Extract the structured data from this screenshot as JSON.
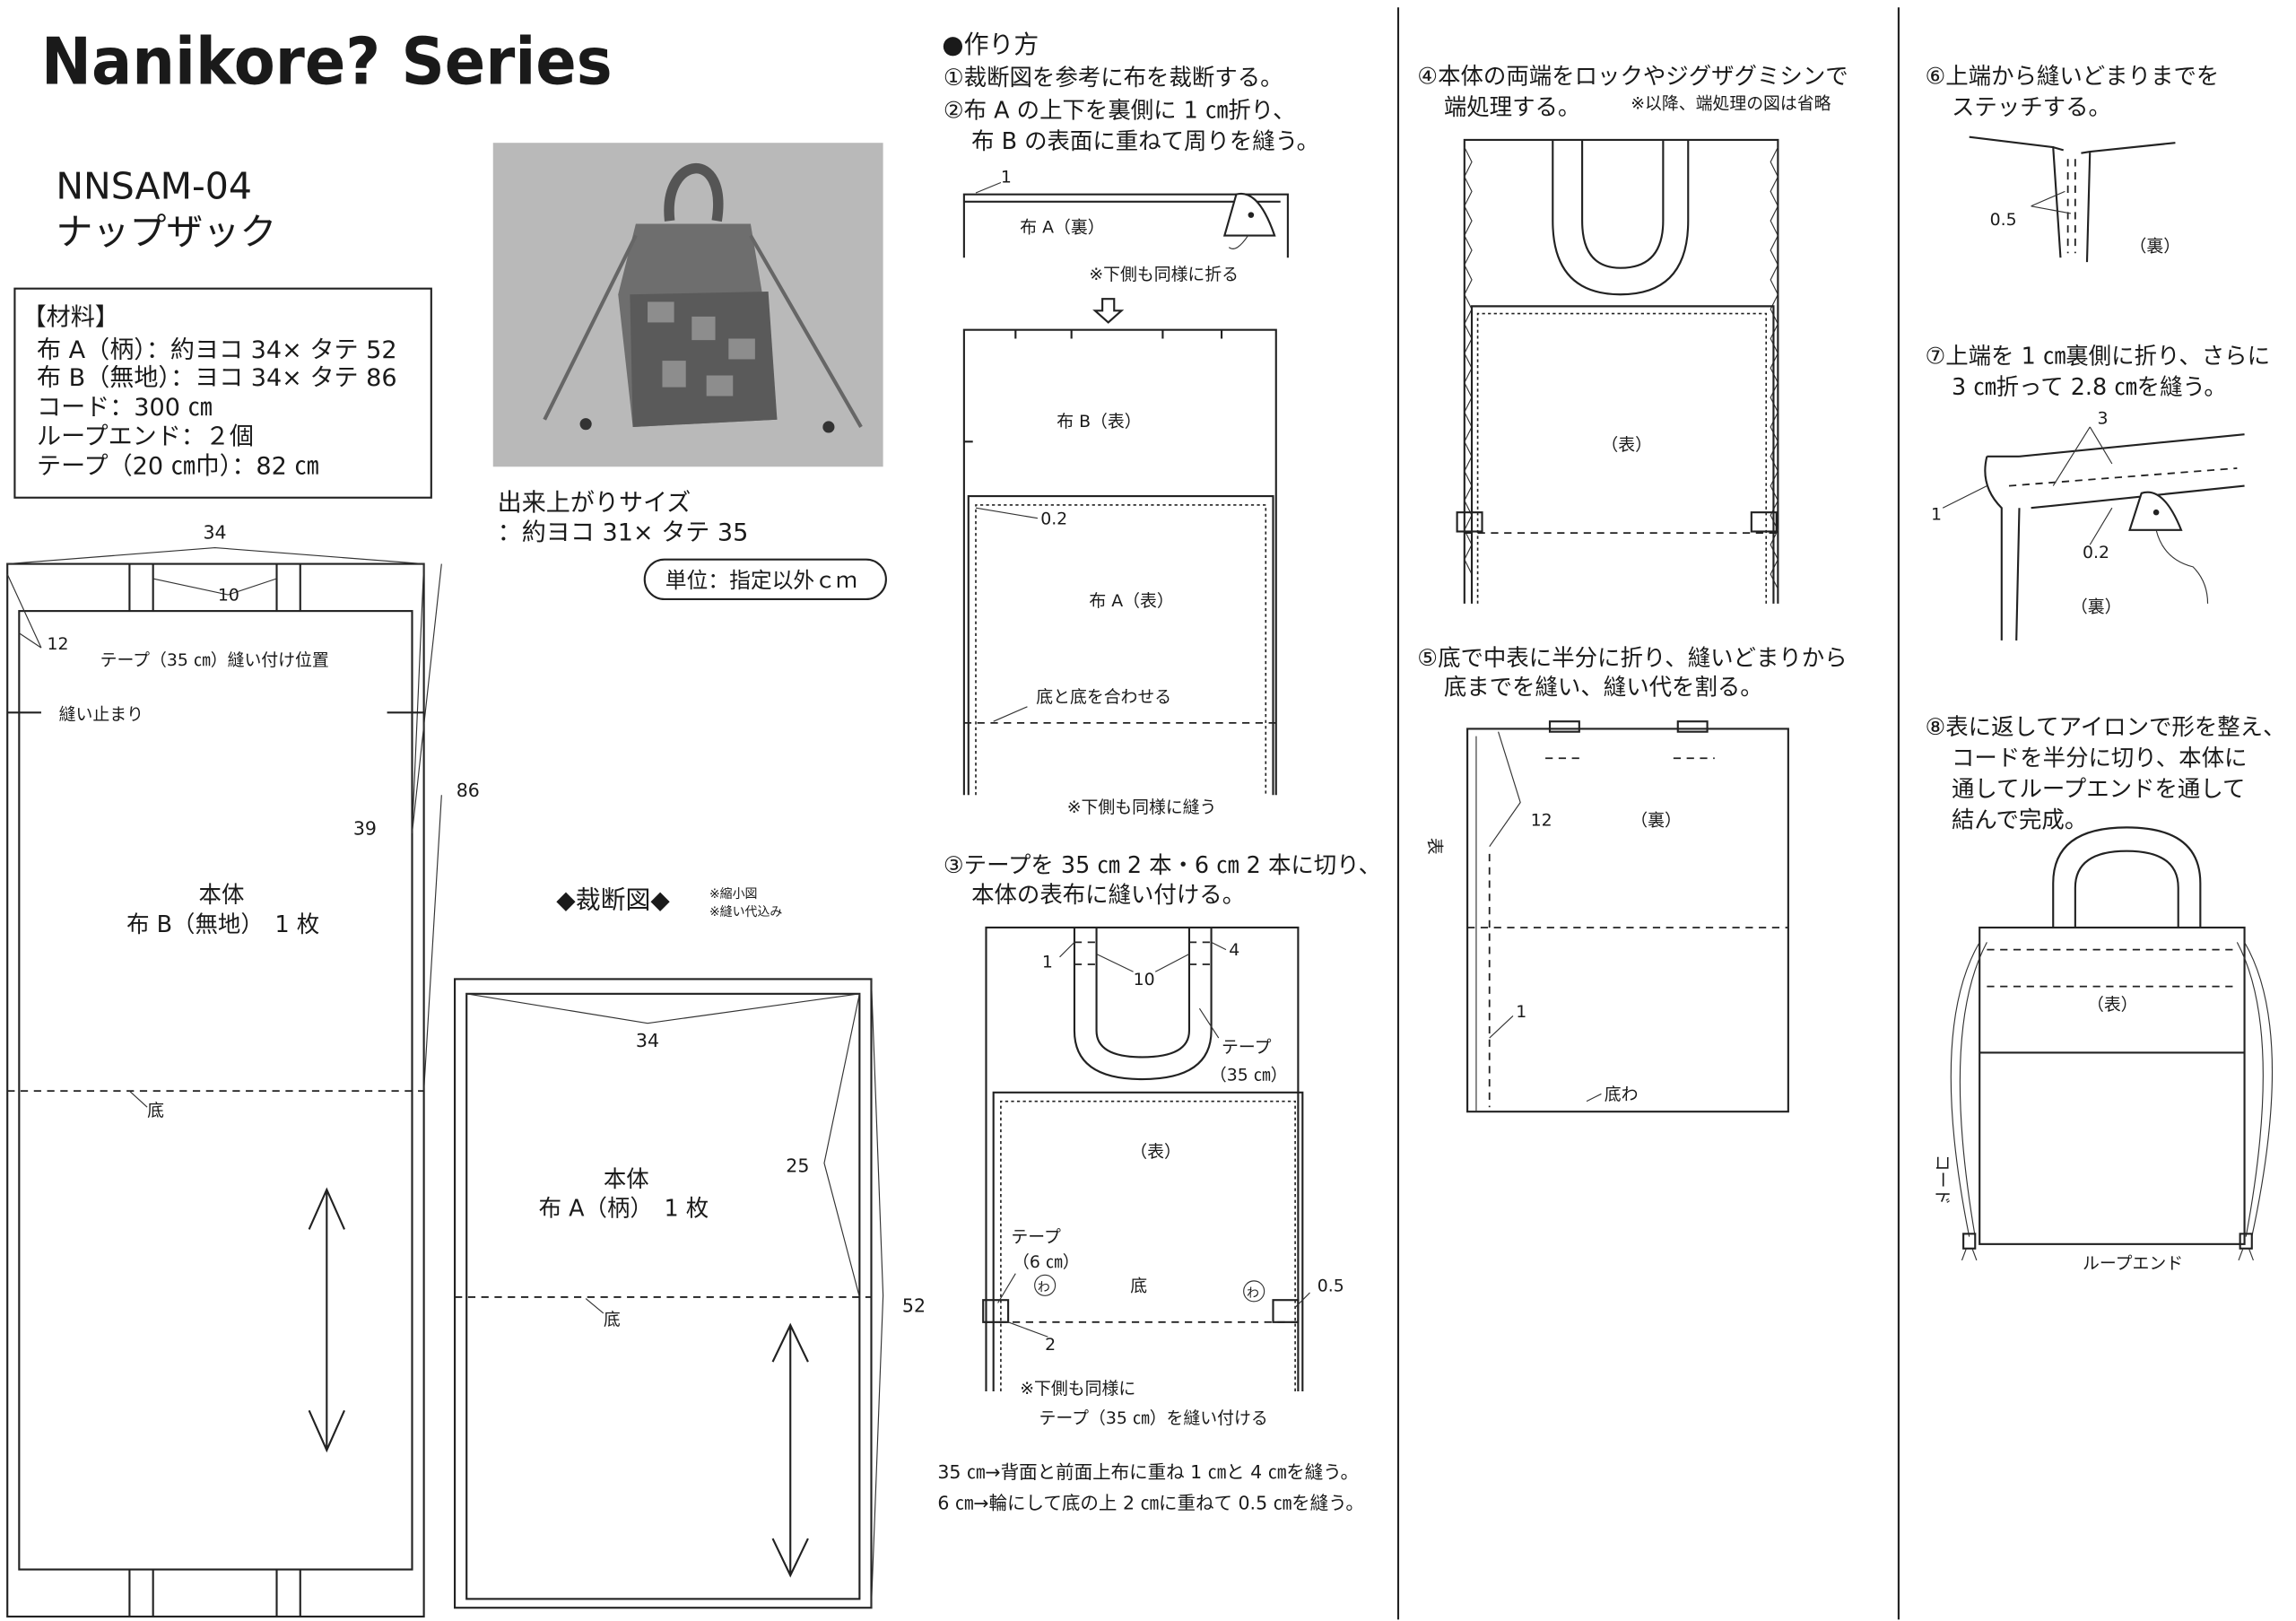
{
  "header": {
    "series_title": "Nanikore? Series",
    "product_code": "NNSAM-04",
    "product_name": "ナップザック"
  },
  "materials": {
    "heading": "【材料】",
    "items": [
      "布 A（柄）：約ヨコ 34× タテ 52",
      "布 B（無地）：ヨコ 34× タテ 86",
      "コード：300 ㎝",
      "ループエンド：２個",
      "テープ（20 ㎝巾）：82 ㎝"
    ]
  },
  "finished_size": {
    "label": "出来上がりサイズ",
    "value": "：約ヨコ 31× タテ 35"
  },
  "unit_badge": "単位：指定以外ｃｍ",
  "cutting": {
    "title": "◆裁断図◆",
    "notes": [
      "※縮小図",
      "※縫い代込み"
    ],
    "fabric_b": {
      "width": "34",
      "tape_gap": "10",
      "tape_offset": "12",
      "tape_label": "テープ（35 ㎝）縫い付け位置",
      "stop_label": "縫い止まり",
      "half_height": "39",
      "height": "86",
      "name": "本体",
      "fabric": "布 B（無地）　1 枚",
      "bottom": "底"
    },
    "fabric_a": {
      "width": "34",
      "half_height": "25",
      "height": "52",
      "name": "本体",
      "fabric": "布 A（柄）　1 枚",
      "bottom": "底"
    }
  },
  "steps": {
    "heading": "●作り方",
    "step1": "①裁断図を参考に布を裁断する。",
    "step2": [
      "②布 A の上下を裏側に 1 ㎝折り、",
      "布 B の表面に重ねて周りを縫う。"
    ],
    "step2_fig": {
      "fold": "1",
      "fabric_a_back": "布 A（裏）",
      "note_fold": "※下側も同様に折る",
      "fabric_b_front": "布 B（表）",
      "seam": "0.2",
      "fabric_a_front": "布 A（表）",
      "align": "底と底を合わせる",
      "note_sew": "※下側も同様に縫う"
    },
    "step3": [
      "③テープを 35 ㎝ 2 本・6 ㎝ 2 本に切り、",
      "本体の表布に縫い付ける。"
    ],
    "step3_fig": {
      "m1": "1",
      "m10": "10",
      "m4": "4",
      "tape": "テープ",
      "tape35": "（35 ㎝）",
      "front": "（表）",
      "tape6": "（6 ㎝）",
      "loop": "わ",
      "bottom": "底",
      "m05": "0.5",
      "m2": "2",
      "note1": "※下側も同様に",
      "note2": "テープ（35 ㎝）を縫い付ける"
    },
    "step3_notes": [
      "35 ㎝→背面と前面上布に重ね 1 ㎝と 4 ㎝を縫う。",
      "6 ㎝→輪にして底の上 2 ㎝に重ねて 0.5 ㎝を縫う。"
    ],
    "step4": [
      "④本体の両端をロックやジグザグミシンで",
      "端処理する。"
    ],
    "step4_note": "※以降、端処理の図は省略",
    "step4_fig": {
      "front": "（表）"
    },
    "step5": [
      "⑤底で中表に半分に折り、縫いどまりから",
      "底までを縫い、縫い代を割る。"
    ],
    "step5_fig": {
      "m12": "12",
      "back": "（裏）",
      "front": "表",
      "m1": "1",
      "bottom_fold": "底わ"
    },
    "step6": [
      "⑥上端から縫いどまりまでを",
      "ステッチする。"
    ],
    "step6_fig": {
      "m05": "0.5",
      "back": "（裏）"
    },
    "step7": [
      "⑦上端を 1 ㎝裏側に折り、さらに",
      "3 ㎝折って 2.8 ㎝を縫う。"
    ],
    "step7_fig": {
      "m3": "3",
      "m1": "1",
      "m02": "0.2",
      "back": "（裏）"
    },
    "step8": [
      "⑧表に返してアイロンで形を整え、",
      "コードを半分に切り、本体に",
      "通してループエンドを通して",
      "結んで完成。"
    ],
    "step8_fig": {
      "front": "（表）",
      "cord": "コード",
      "loop_end": "ループエンド"
    }
  }
}
